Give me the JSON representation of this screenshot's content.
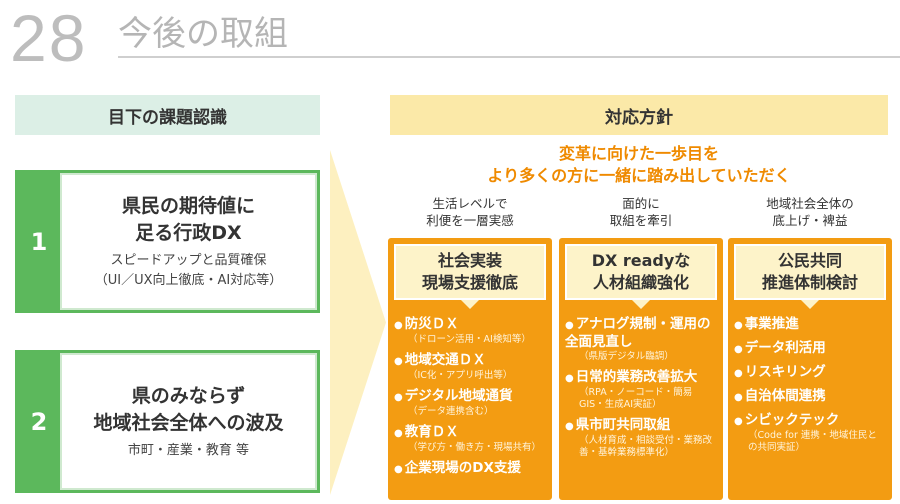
{
  "header": {
    "number": "28",
    "title": "今後の取組"
  },
  "left": {
    "heading": "目下の課題認識",
    "issues": [
      {
        "num": "1",
        "title": [
          "県民の期待値に",
          "足る行政DX"
        ],
        "sub": [
          "スピードアップと品質確保",
          "（UI／UX向上徹底・AI対応等）"
        ]
      },
      {
        "num": "2",
        "title": [
          "県のみならず",
          "地域社会全体への波及"
        ],
        "sub": [
          "市町・産業・教育 等"
        ]
      }
    ]
  },
  "right": {
    "heading": "対応方針",
    "slogan": [
      "変革に向けた一歩目を",
      "より多くの方に一緒に踏み出していただく"
    ],
    "columns": [
      {
        "caption": [
          "生活レベルで",
          "利便を一層実感"
        ],
        "title": [
          "社会実装",
          "現場支援徹底"
        ],
        "items": [
          {
            "main": "防災ＤＸ",
            "sub": "（ドローン活用・AI検知等）"
          },
          {
            "main": "地域交通ＤＸ",
            "sub": "（IC化・アプリ呼出等）"
          },
          {
            "main": "デジタル地域通貨",
            "sub": "（データ連携含む）"
          },
          {
            "main": "教育ＤＸ",
            "sub": "（学び方・働き方・現場共有）"
          },
          {
            "main": "企業現場のDX支援",
            "sub": ""
          }
        ]
      },
      {
        "caption": [
          "面的に",
          "取組を牽引"
        ],
        "title": [
          "DX readyな",
          "人材組織強化"
        ],
        "items": [
          {
            "main": "アナログ規制・運用の全面見直し",
            "sub": "（県版デジタル臨調）"
          },
          {
            "main": "日常的業務改善拡大",
            "sub": "（RPA・ノーコード・簡易GIS・生成AI実証）"
          },
          {
            "main": "県市町共同取組",
            "sub": "（人材育成・相談受付・業務改善・基幹業務標準化）"
          }
        ]
      },
      {
        "caption": [
          "地域社会全体の",
          "底上げ・裨益"
        ],
        "title": [
          "公民共同",
          "推進体制検討"
        ],
        "items": [
          {
            "main": "事業推進",
            "sub": ""
          },
          {
            "main": "データ利活用",
            "sub": ""
          },
          {
            "main": "リスキリング",
            "sub": ""
          },
          {
            "main": "自治体間連携",
            "sub": ""
          },
          {
            "main": "シビックテック",
            "sub": "（Code for 連携・地域住民との共同実証）"
          }
        ]
      }
    ]
  },
  "colors": {
    "green": "#5cb85c",
    "orange": "#f39c12",
    "accent": "#ef8a00"
  }
}
